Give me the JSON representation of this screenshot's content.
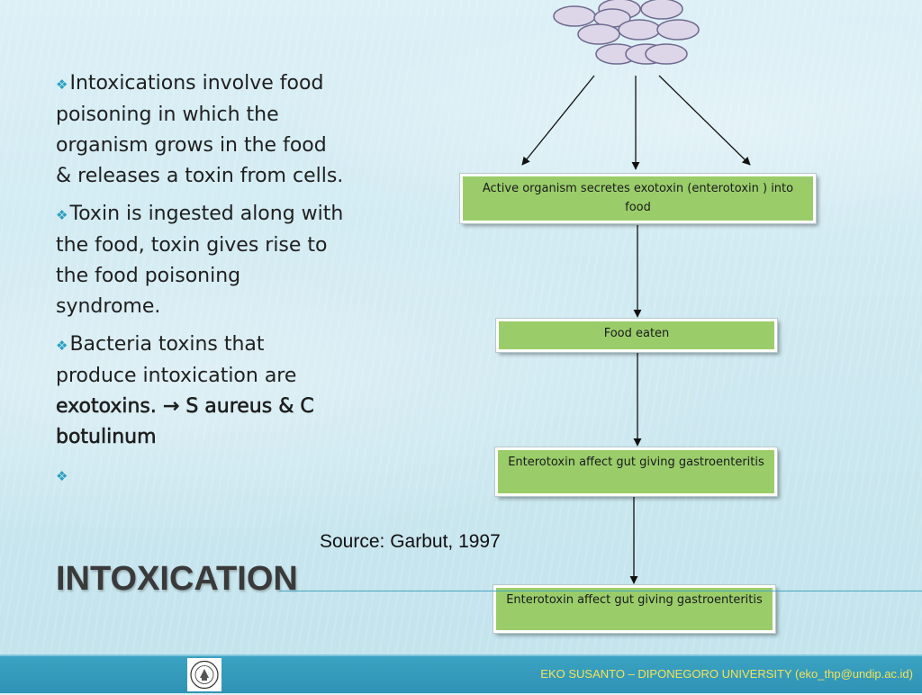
{
  "slide": {
    "title": "INTOXICATION",
    "source": "Source: Garbut, 1997",
    "bullets": [
      {
        "text": "Intoxications involve food poisoning in which the organism grows in the food & releases a toxin from cells."
      },
      {
        "text": "Toxin is ingested along with the food, toxin gives rise to the food poisoning syndrome."
      },
      {
        "text": "Bacteria toxins that produce intoxication are ",
        "bold": "exotoxins.",
        "arrow": "→",
        "bold2": " S aureus & C botulinum"
      },
      {
        "text": ""
      }
    ],
    "bullet_glyph": "❖"
  },
  "diagram": {
    "boxes": [
      {
        "id": "box1",
        "text": "Active organism secretes exotoxin (enterotoxin ) into food"
      },
      {
        "id": "box2",
        "text": "Food eaten"
      },
      {
        "id": "box3",
        "text": "Enterotoxin affect gut giving gastroenteritis"
      },
      {
        "id": "box4",
        "text": "Enterotoxin affect gut giving gastroenteritis"
      }
    ],
    "colors": {
      "box_fill": "#9acd6a",
      "cell_fill": "#dcd6e8",
      "arrow": "#111111"
    }
  },
  "footer": {
    "text": "EKO SUSANTO – DIPONEGORO UNIVERSITY (eko_thp@undip.ac.id)",
    "logo_icon": "university-seal-icon"
  }
}
